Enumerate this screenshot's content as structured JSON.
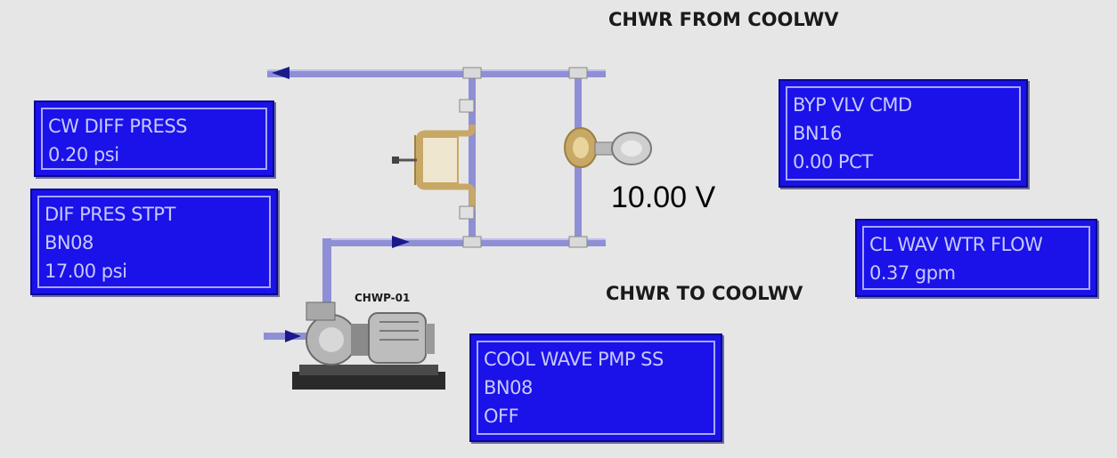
{
  "labels": {
    "chwr_from": "CHWR FROM COOLWV",
    "chwr_to": "CHWR TO COOLWV",
    "pump_tag": "CHWP-01",
    "voltage": "10.00 V"
  },
  "panels": {
    "cw_diff_press": {
      "name": "CW DIFF PRESS",
      "value": "0.20 psi"
    },
    "dif_pres_stpt": {
      "name": "DIF PRES STPT",
      "point": "BN08",
      "value": "17.00 psi"
    },
    "byp_vlv_cmd": {
      "name": "BYP VLV CMD",
      "point": "BN16",
      "value": "0.00 PCT"
    },
    "cl_wav_wtr_flow": {
      "name": "CL WAV WTR FLOW",
      "value": "0.37 gpm"
    },
    "cool_wave_pmp_ss": {
      "name": "COOL WAVE PMP SS",
      "point": "BN08",
      "value": "OFF"
    }
  },
  "colors": {
    "background": "#e6e6e6",
    "panel_fill": "#1a12e8",
    "panel_text": "#c8c8ff",
    "pipe": "#8f8fd6",
    "flow_arrow": "#1a1a8c",
    "valve_brass": "#c8a865"
  },
  "icons": {
    "bypass_valve": "three-way-valve-icon",
    "actuator": "valve-actuator-icon",
    "pump": "pump-motor-icon"
  }
}
